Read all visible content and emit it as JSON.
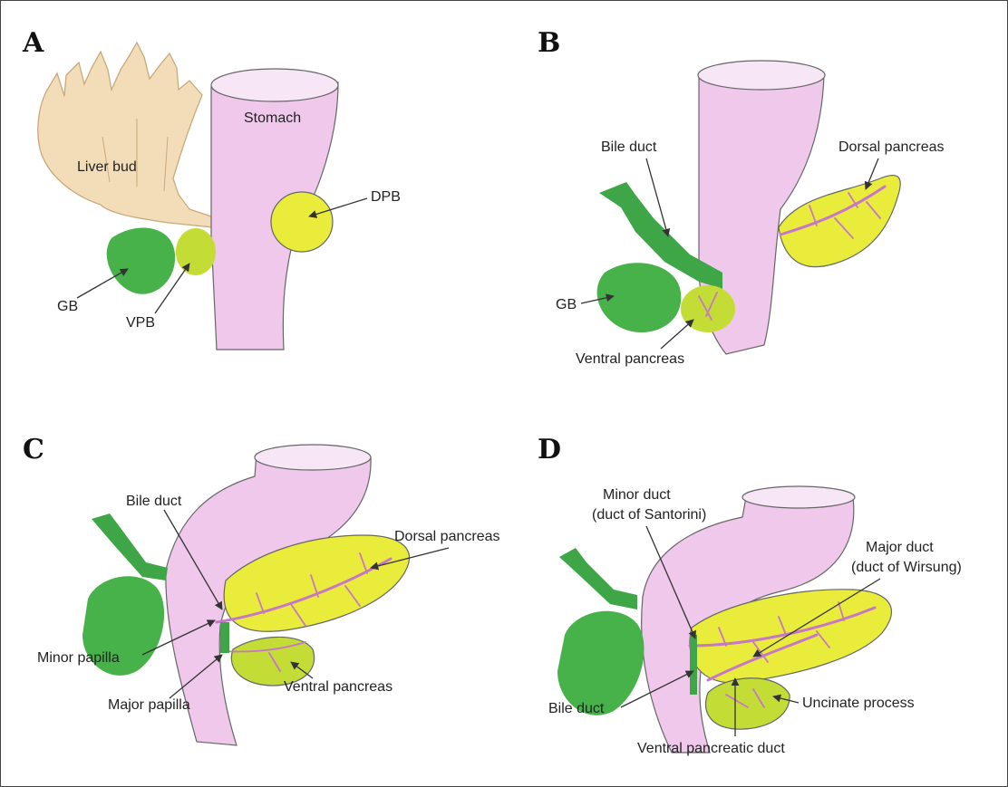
{
  "panels": [
    {
      "letter": "A",
      "labels": {
        "liver_bud": "Liver bud",
        "stomach": "Stomach",
        "dpb": "DPB",
        "gb": "GB",
        "vpb": "VPB"
      }
    },
    {
      "letter": "B",
      "labels": {
        "bile_duct": "Bile duct",
        "dorsal_pancreas": "Dorsal pancreas",
        "gb": "GB",
        "ventral_pancreas": "Ventral pancreas"
      }
    },
    {
      "letter": "C",
      "labels": {
        "bile_duct": "Bile duct",
        "dorsal_pancreas": "Dorsal pancreas",
        "minor_papilla": "Minor papilla",
        "major_papilla": "Major papilla",
        "ventral_pancreas": "Ventral pancreas"
      }
    },
    {
      "letter": "D",
      "labels": {
        "minor_duct_1": "Minor duct",
        "minor_duct_2": "(duct of Santorini)",
        "major_duct_1": "Major duct",
        "major_duct_2": "(duct of Wirsung)",
        "bile_duct": "Bile duct",
        "uncinate_process": "Uncinate process",
        "ventral_pancreatic_duct": "Ventral pancreatic duct"
      }
    }
  ],
  "colors": {
    "stomach": "#efc8ec",
    "gallbladder": "#47b24a",
    "dorsal_pancreas": "#e9ec3a",
    "ventral_pancreas": "#c4dc36",
    "pancreatic_duct": "#c777c7",
    "liver_bud": "#f3ddb8"
  }
}
